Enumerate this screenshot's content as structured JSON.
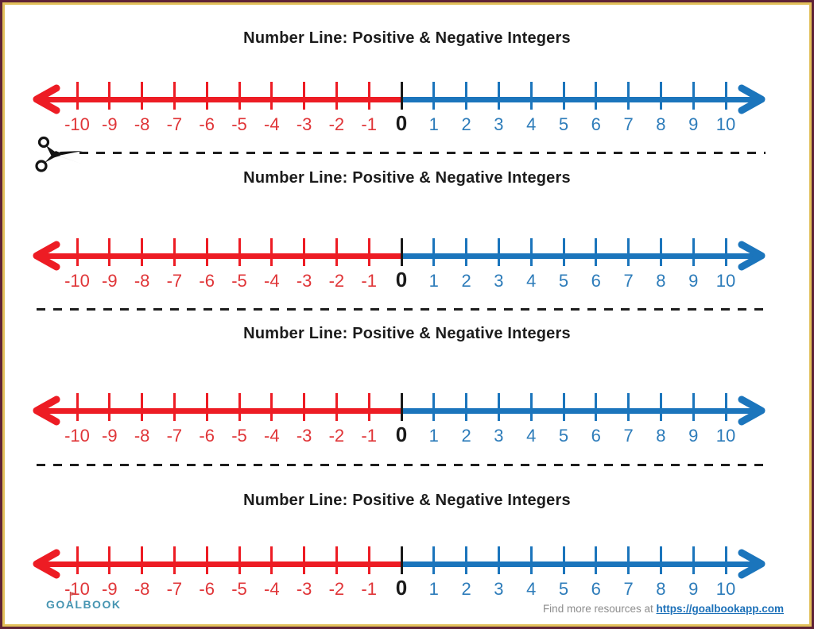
{
  "page": {
    "background": "#ffffff",
    "border_outer_color": "#5f2236",
    "border_inner_color": "#e2c05a"
  },
  "sections": [
    {
      "title": "Number Line: Positive & Negative Integers"
    },
    {
      "title": "Number Line: Positive & Negative Integers"
    },
    {
      "title": "Number Line: Positive & Negative Integers"
    },
    {
      "title": "Number Line: Positive & Negative Integers"
    }
  ],
  "number_line": {
    "min": -10,
    "max": 10,
    "values": [
      -10,
      -9,
      -8,
      -7,
      -6,
      -5,
      -4,
      -3,
      -2,
      -1,
      0,
      1,
      2,
      3,
      4,
      5,
      6,
      7,
      8,
      9,
      10
    ],
    "negative_color": "#ed1c24",
    "negative_label_color": "#e03538",
    "positive_color": "#1b75bc",
    "positive_label_color": "#2d7cba",
    "zero_color": "#1a1a1a"
  },
  "dividers": [
    {
      "scissors": true
    },
    {
      "scissors": false
    },
    {
      "scissors": false
    }
  ],
  "footer": {
    "logo_text": "GOALBOOK",
    "logo_color": "#4795b2",
    "flag_color": "#d14b49",
    "find_text": "Find more resources at ",
    "find_text_color": "#8d8d8d",
    "link_text": "https://goalbookapp.com",
    "link_color": "#1c70b8"
  }
}
